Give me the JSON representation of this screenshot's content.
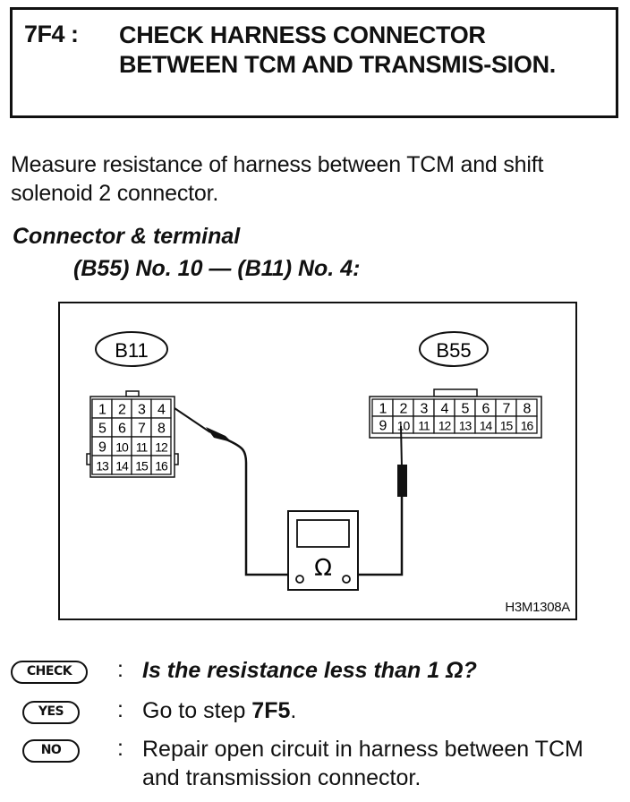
{
  "step": {
    "id": "7F4 :",
    "title": "CHECK HARNESS CONNECTOR BETWEEN TCM AND TRANSMIS-SION."
  },
  "intro": "Measure resistance of harness between TCM and shift solenoid 2 connector.",
  "connector": {
    "heading": "Connector & terminal",
    "spec": "(B55) No. 10 — (B11) No. 4:"
  },
  "diagram": {
    "left_connector": {
      "label": "B11",
      "pins": [
        [
          "1",
          "2",
          "3",
          "4"
        ],
        [
          "5",
          "6",
          "7",
          "8"
        ],
        [
          "9",
          "10",
          "11",
          "12"
        ],
        [
          "13",
          "14",
          "15",
          "16"
        ]
      ]
    },
    "right_connector": {
      "label": "B55",
      "pins": [
        [
          "1",
          "2",
          "3",
          "4",
          "5",
          "6",
          "7",
          "8"
        ],
        [
          "9",
          "10",
          "11",
          "12",
          "13",
          "14",
          "15",
          "16"
        ]
      ]
    },
    "meter_symbol": "Ω",
    "ref_code": "H3M1308A"
  },
  "qa": [
    {
      "badge": "CHECK",
      "colon": ":",
      "text": "Is the resistance less than 1 Ω?"
    },
    {
      "badge": "YES",
      "colon": ":",
      "prefix": "Go to step ",
      "step_ref": "7F5",
      "suffix": "."
    },
    {
      "badge": "NO",
      "colon": ":",
      "text": "Repair open circuit in harness between TCM and transmission connector."
    }
  ]
}
